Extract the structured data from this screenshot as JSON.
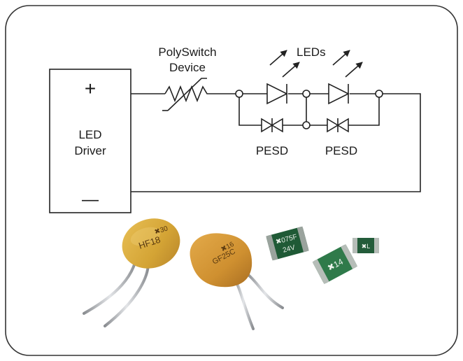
{
  "circuit": {
    "driver_plus": "+",
    "driver_label_line1": "LED",
    "driver_label_line2": "Driver",
    "driver_minus": "—",
    "polyswitch_line1": "PolySwitch",
    "polyswitch_line2": "Device",
    "leds_label": "LEDs",
    "pesd_label_1": "PESD",
    "pesd_label_2": "PESD"
  },
  "components": {
    "radial_large_marking_top": "✖30",
    "radial_large_marking_bottom": "HF18",
    "radial_small_marking_top": "✖16",
    "radial_small_marking_bottom": "GF25C",
    "smd_a_marking_top": "✖075F",
    "smd_a_marking_bottom": "24V",
    "smd_b_marking": "✖14",
    "smd_c_marking": "✖L"
  },
  "colors": {
    "wire": "#222222",
    "frame": "#333333",
    "radial_yellow": "#d4a435",
    "radial_orange": "#cf9030",
    "smd_green": "#2f7a4a",
    "smd_green_light": "#58a972",
    "lead_silver": "#b9bcc0"
  }
}
